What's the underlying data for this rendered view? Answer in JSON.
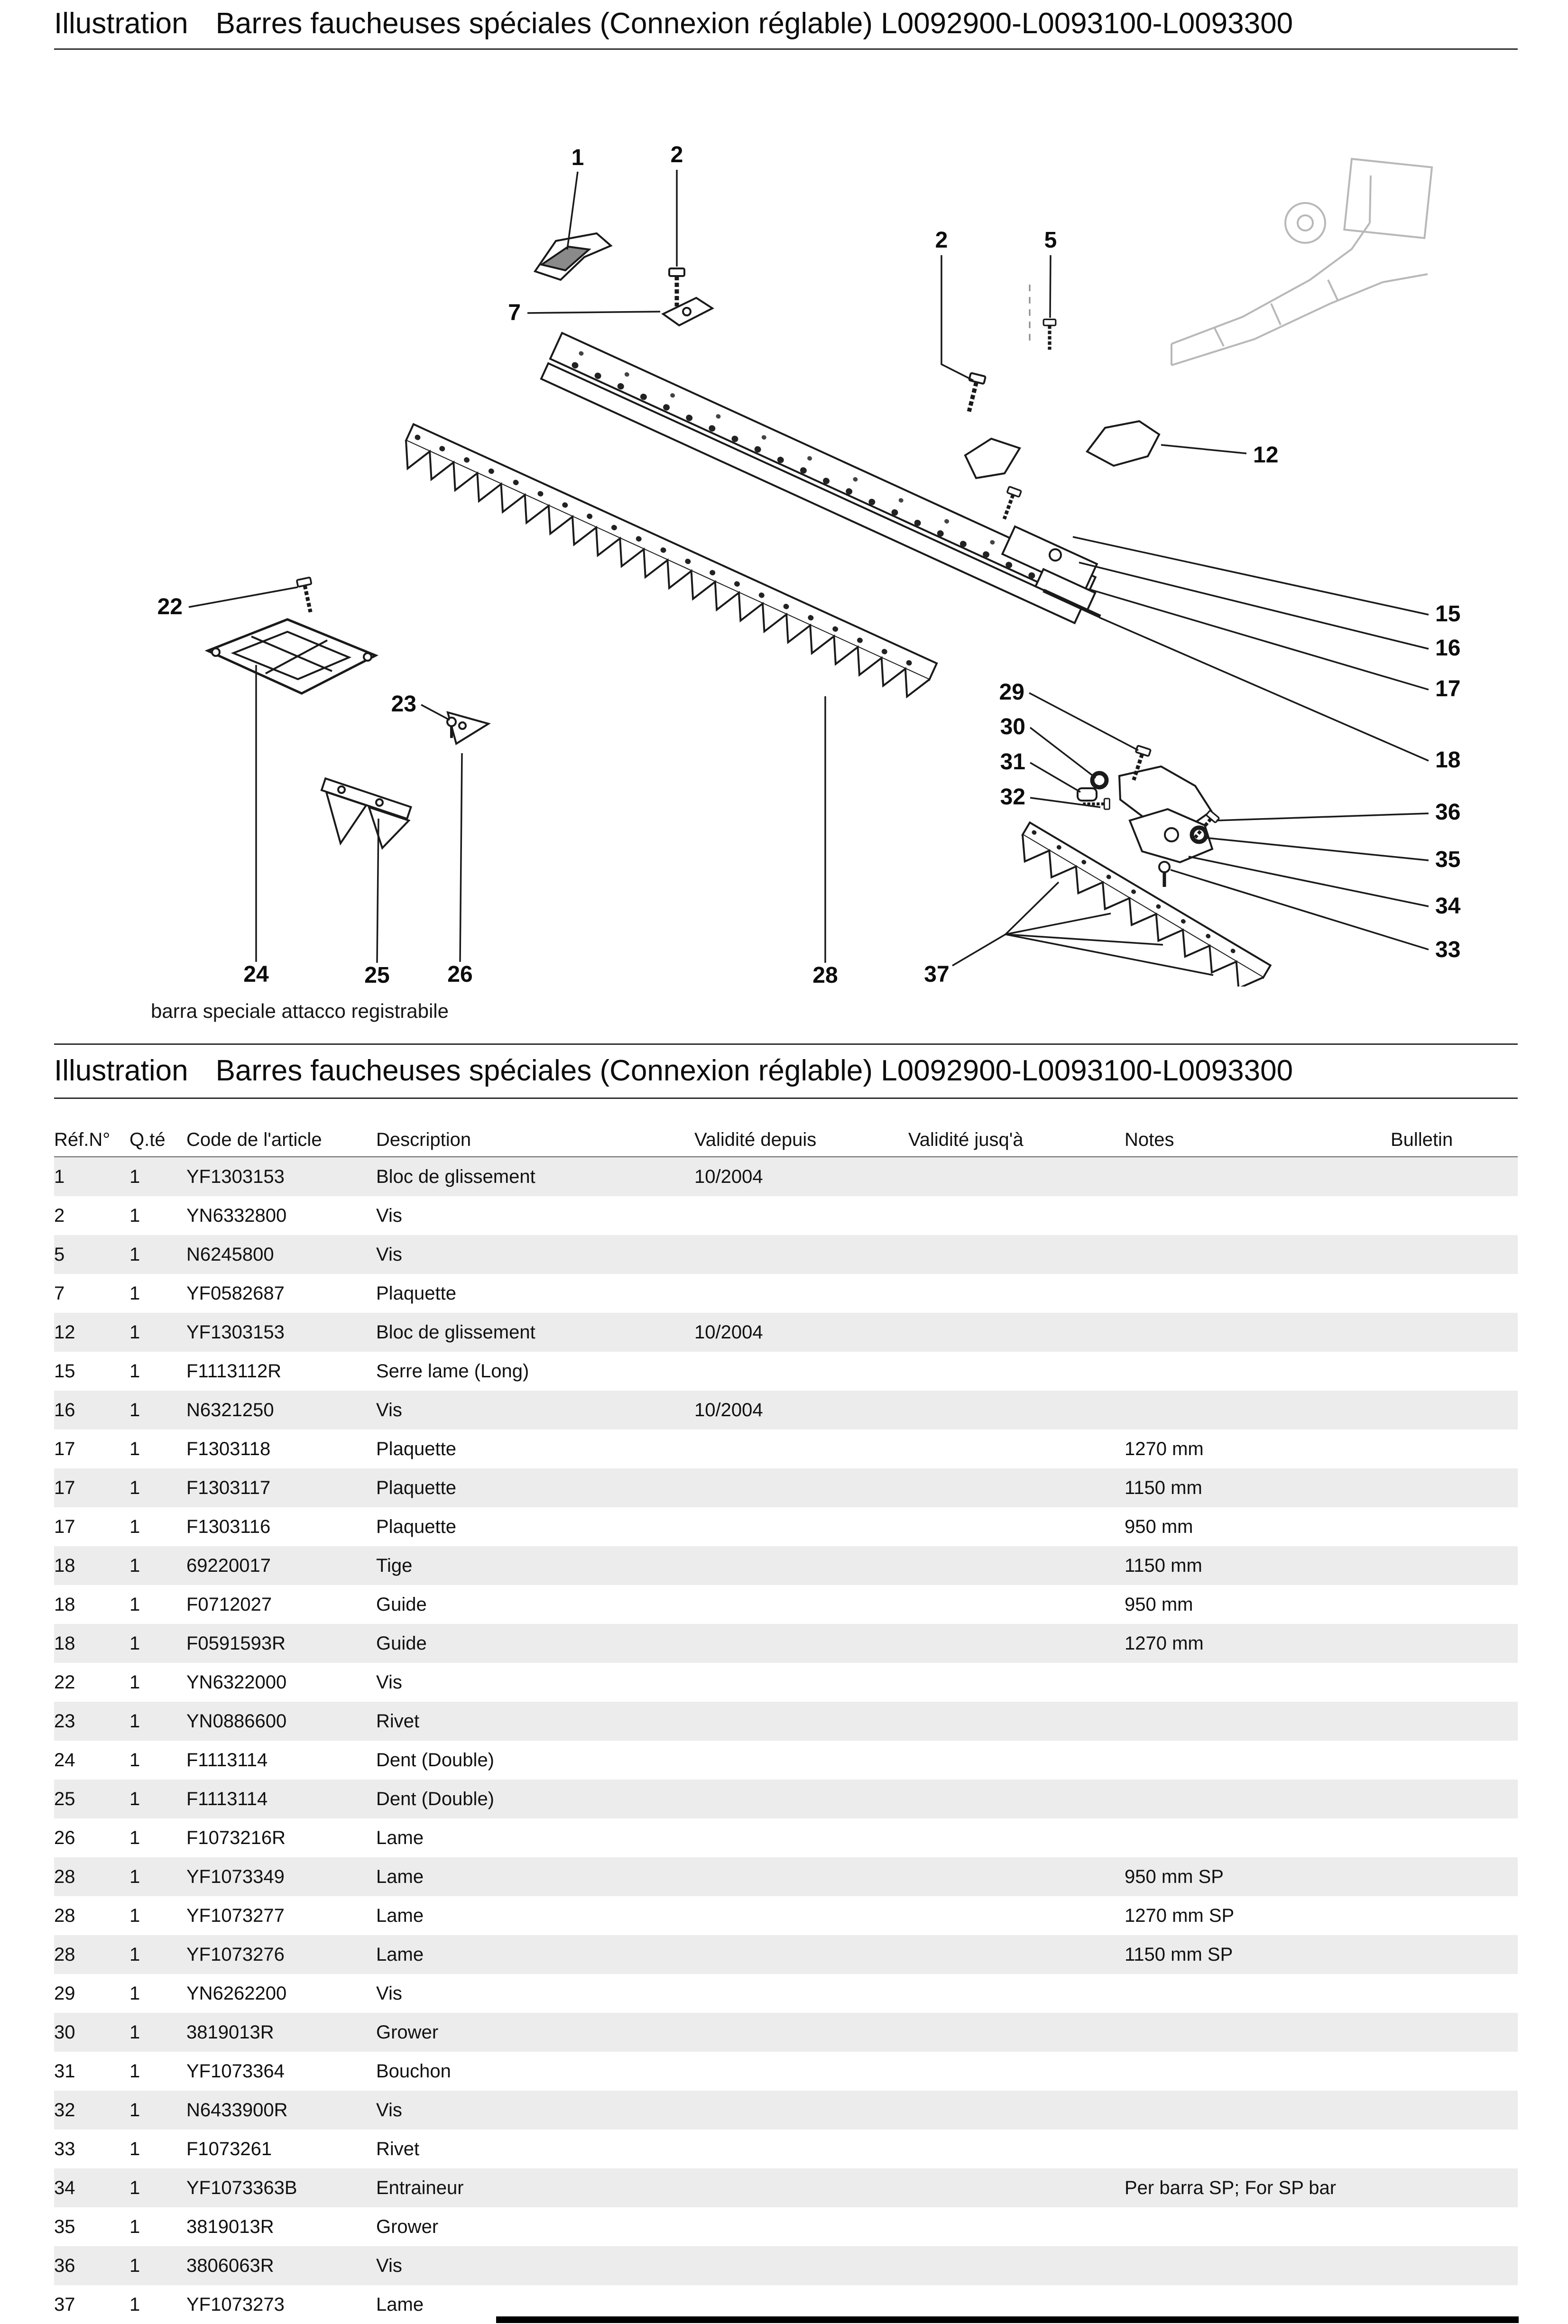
{
  "header": {
    "label": "Illustration",
    "title": "Barres faucheuses spéciales (Connexion réglable) L0092900-L0093100-L0093300"
  },
  "diagram": {
    "caption": "barra speciale attacco registrabile",
    "callouts": [
      "1",
      "2",
      "7",
      "2",
      "5",
      "12",
      "22",
      "23",
      "29",
      "30",
      "31",
      "32",
      "15",
      "16",
      "17",
      "18",
      "36",
      "35",
      "34",
      "33",
      "24",
      "25",
      "26",
      "28",
      "37"
    ]
  },
  "section_header": {
    "label": "Illustration",
    "title": "Barres faucheuses spéciales (Connexion réglable) L0092900-L0093100-L0093300"
  },
  "table": {
    "columns": [
      "Réf.N°",
      "Q.té",
      "Code de l'article",
      "Description",
      "Validité depuis",
      "Validité jusq'à",
      "Notes",
      "Bulletin"
    ],
    "rows": [
      [
        "1",
        "1",
        "YF1303153",
        "Bloc de glissement",
        "10/2004",
        "",
        "",
        ""
      ],
      [
        "2",
        "1",
        "YN6332800",
        "Vis",
        "",
        "",
        "",
        ""
      ],
      [
        "5",
        "1",
        "N6245800",
        "Vis",
        "",
        "",
        "",
        ""
      ],
      [
        "7",
        "1",
        "YF0582687",
        "Plaquette",
        "",
        "",
        "",
        ""
      ],
      [
        "12",
        "1",
        "YF1303153",
        "Bloc de glissement",
        "10/2004",
        "",
        "",
        ""
      ],
      [
        "15",
        "1",
        "F1113112R",
        "Serre lame (Long)",
        "",
        "",
        "",
        ""
      ],
      [
        "16",
        "1",
        "N6321250",
        "Vis",
        "10/2004",
        "",
        "",
        ""
      ],
      [
        "17",
        "1",
        "F1303118",
        "Plaquette",
        "",
        "",
        "1270 mm",
        ""
      ],
      [
        "17",
        "1",
        "F1303117",
        "Plaquette",
        "",
        "",
        "1150 mm",
        ""
      ],
      [
        "17",
        "1",
        "F1303116",
        "Plaquette",
        "",
        "",
        "950 mm",
        ""
      ],
      [
        "18",
        "1",
        "69220017",
        "Tige",
        "",
        "",
        "1150 mm",
        ""
      ],
      [
        "18",
        "1",
        "F0712027",
        "Guide",
        "",
        "",
        "950 mm",
        ""
      ],
      [
        "18",
        "1",
        "F0591593R",
        "Guide",
        "",
        "",
        "1270 mm",
        ""
      ],
      [
        "22",
        "1",
        "YN6322000",
        "Vis",
        "",
        "",
        "",
        ""
      ],
      [
        "23",
        "1",
        "YN0886600",
        "Rivet",
        "",
        "",
        "",
        ""
      ],
      [
        "24",
        "1",
        "F1113114",
        "Dent (Double)",
        "",
        "",
        "",
        ""
      ],
      [
        "25",
        "1",
        "F1113114",
        "Dent (Double)",
        "",
        "",
        "",
        ""
      ],
      [
        "26",
        "1",
        "F1073216R",
        "Lame",
        "",
        "",
        "",
        ""
      ],
      [
        "28",
        "1",
        "YF1073349",
        "Lame",
        "",
        "",
        "950 mm SP",
        ""
      ],
      [
        "28",
        "1",
        "YF1073277",
        "Lame",
        "",
        "",
        "1270 mm SP",
        ""
      ],
      [
        "28",
        "1",
        "YF1073276",
        "Lame",
        "",
        "",
        "1150 mm SP",
        ""
      ],
      [
        "29",
        "1",
        "YN6262200",
        "Vis",
        "",
        "",
        "",
        ""
      ],
      [
        "30",
        "1",
        "3819013R",
        "Grower",
        "",
        "",
        "",
        ""
      ],
      [
        "31",
        "1",
        "YF1073364",
        "Bouchon",
        "",
        "",
        "",
        ""
      ],
      [
        "32",
        "1",
        "N6433900R",
        "Vis",
        "",
        "",
        "",
        ""
      ],
      [
        "33",
        "1",
        "F1073261",
        "Rivet",
        "",
        "",
        "",
        ""
      ],
      [
        "34",
        "1",
        "YF1073363B",
        "Entraineur",
        "",
        "",
        "Per barra SP; For SP bar",
        ""
      ],
      [
        "35",
        "1",
        "3819013R",
        "Grower",
        "",
        "",
        "",
        ""
      ],
      [
        "36",
        "1",
        "3806063R",
        "Vis",
        "",
        "",
        "",
        ""
      ],
      [
        "37",
        "1",
        "YF1073273",
        "Lame",
        "",
        "",
        "",
        ""
      ]
    ]
  }
}
